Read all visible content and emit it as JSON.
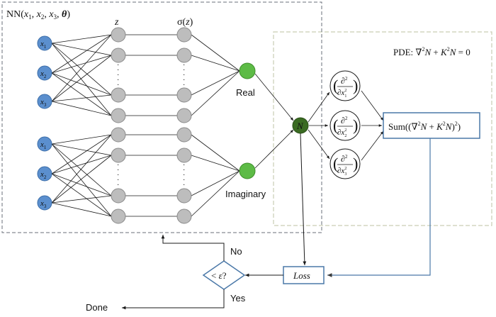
{
  "labels": {
    "nn_title_prefix": "NN(",
    "nn_x1": "x",
    "nn_x1_sub": "1",
    "nn_comma1": ",  ",
    "nn_x2": "x",
    "nn_x2_sub": "2",
    "nn_comma2": ",  ",
    "nn_x3": "x",
    "nn_x3_sub": "3",
    "nn_comma3": ",  ",
    "nn_theta": "θ",
    "nn_close": ")",
    "z_label": "z",
    "sigma_prefix": "σ(",
    "sigma_z": "z",
    "sigma_close": ")",
    "real": "Real",
    "imaginary": "Imaginary",
    "n_node": "N",
    "pde_prefix": "PDE: ∇",
    "pde_sup2": "2",
    "pde_n": "N",
    "pde_plus": " + ",
    "pde_k": "K",
    "pde_k_sup": "2",
    "pde_n2": "N",
    "pde_eq": " = 0",
    "sum_prefix": "Sum((∇",
    "sum_sup2": "2",
    "sum_n": "N",
    "sum_plus": " + ",
    "sum_k": "K",
    "sum_k_sup": "2",
    "sum_n2": "N",
    "sum_close": ")",
    "sum_sup_outer": "2",
    "sum_end": ")",
    "loss": "Loss",
    "decision_lt": "< ",
    "decision_eps": "ε",
    "decision_q": "?",
    "no": "No",
    "yes": "Yes",
    "done": "Done",
    "dots": "·"
  },
  "inputs": [
    {
      "name": "x",
      "sub": "1"
    },
    {
      "name": "x",
      "sub": "2"
    },
    {
      "name": "x",
      "sub": "3"
    },
    {
      "name": "x",
      "sub": "1"
    },
    {
      "name": "x",
      "sub": "2"
    },
    {
      "name": "x",
      "sub": "3"
    }
  ],
  "derivatives": [
    {
      "num": "∂",
      "num_sup": "2",
      "den": "∂x",
      "den_sub": "1",
      "den_sup": "2"
    },
    {
      "num": "∂",
      "num_sup": "2",
      "den": "∂x",
      "den_sub": "2",
      "den_sup": "2"
    },
    {
      "num": "∂",
      "num_sup": "2",
      "den": "∂x",
      "den_sub": "3",
      "den_sup": "2"
    }
  ],
  "colors": {
    "input_node": "#5b8fce",
    "input_node_stroke": "#3d6ea8",
    "hidden_node": "#bdbdbd",
    "hidden_node_stroke": "#8a8a8a",
    "output_node": "#5dbb46",
    "output_node_stroke": "#3f8f2c",
    "n_node": "#3a6b22",
    "nn_box": "#6a6f7a",
    "pde_box": "#c9cdb5",
    "box_border": "#4a78a8"
  }
}
